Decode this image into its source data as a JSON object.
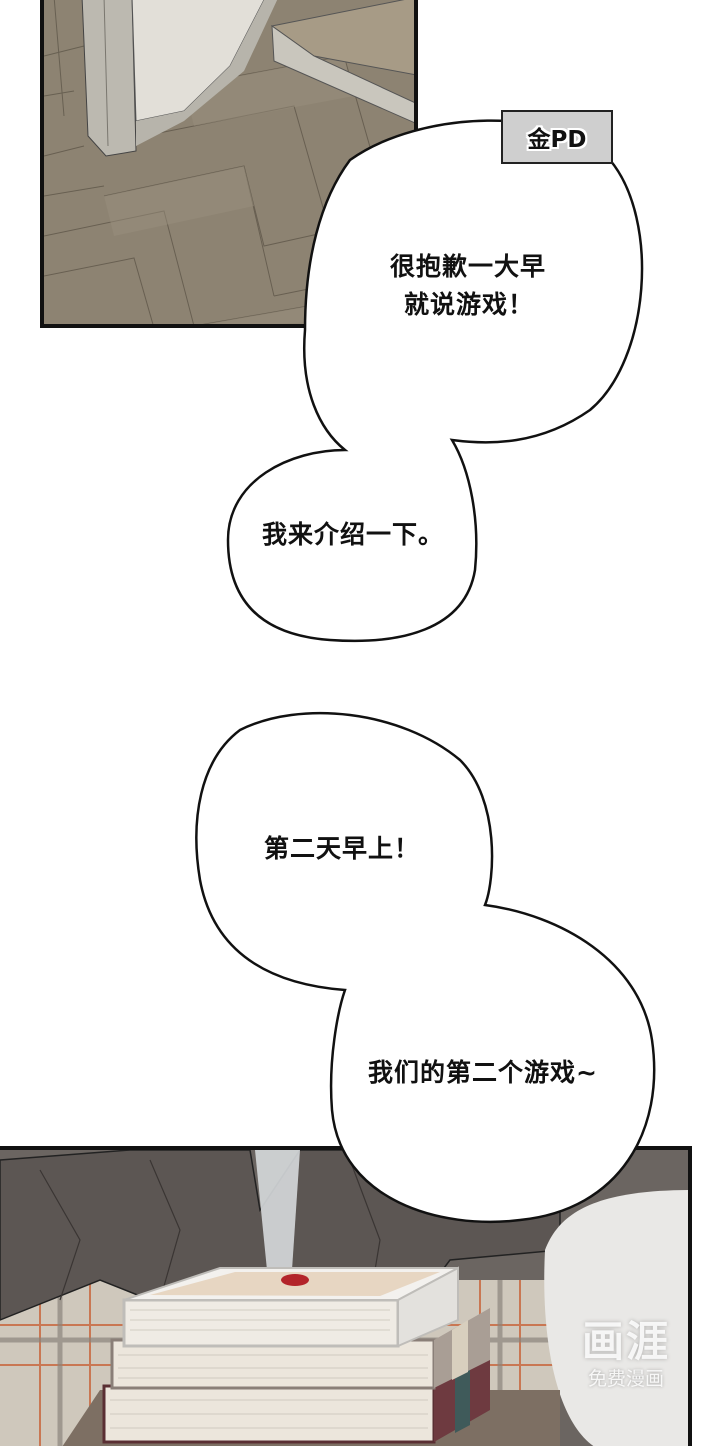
{
  "page": {
    "type": "webtoon-strip",
    "background": "#ffffff"
  },
  "panels": [
    {
      "id": "top",
      "scene": "herringbone wooden floor with door frame and staircase",
      "colors": {
        "floor": "#8f8574",
        "wall": "#d9d6cf",
        "frame": "#111111"
      }
    },
    {
      "id": "bottom",
      "scene": "stack of books with sealed letter on top, figure in dark suit behind",
      "colors": {
        "suit": "#5e5854",
        "books_pages": "#ece6dc",
        "seal": "#b3242a",
        "frame": "#111111"
      }
    }
  ],
  "speaker_tag": {
    "label": "金PD",
    "background": "#cfcfcf"
  },
  "bubbles": [
    {
      "id": "b1",
      "lines": [
        "很抱歉一大早",
        "就说游戏！"
      ]
    },
    {
      "id": "b2",
      "lines": [
        "我来介绍一下。"
      ]
    },
    {
      "id": "b3",
      "lines": [
        "第二天早上！"
      ]
    },
    {
      "id": "b4",
      "lines": [
        "我们的第二个游戏~"
      ]
    }
  ],
  "watermark": {
    "main": "画涯",
    "sub": "免费漫画"
  }
}
